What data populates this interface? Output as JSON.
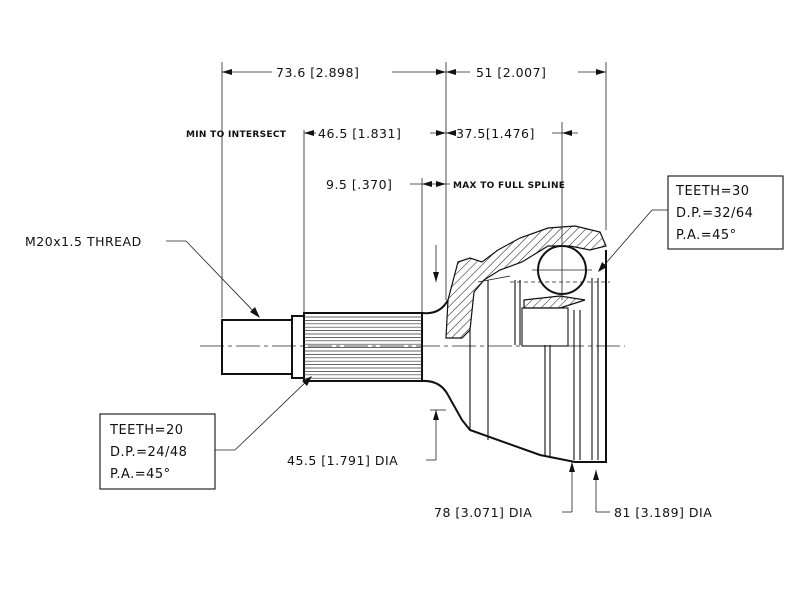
{
  "dimensions": {
    "overall_left": "73.6 [2.898]",
    "overall_right": "51 [2.007]",
    "intersect_label": "MIN TO INTERSECT",
    "intersect_value": "46.5 [1.831]",
    "center_value": "37.5[1.476]",
    "spline_value": "9.5 [.370]",
    "spline_label": "MAX TO FULL SPLINE",
    "thread_label": "M20x1.5 THREAD",
    "neck_dia": "45.5 [1.791] DIA",
    "dia_78": "78 [3.071] DIA",
    "dia_81": "81 [3.189] DIA"
  },
  "spline_box": {
    "teeth": "TEETH=20",
    "dp": "D.P.=24/48",
    "pa": "P.A.=45°"
  },
  "outer_box": {
    "teeth": "TEETH=30",
    "dp": "D.P.=32/64",
    "pa": "P.A.=45°"
  }
}
